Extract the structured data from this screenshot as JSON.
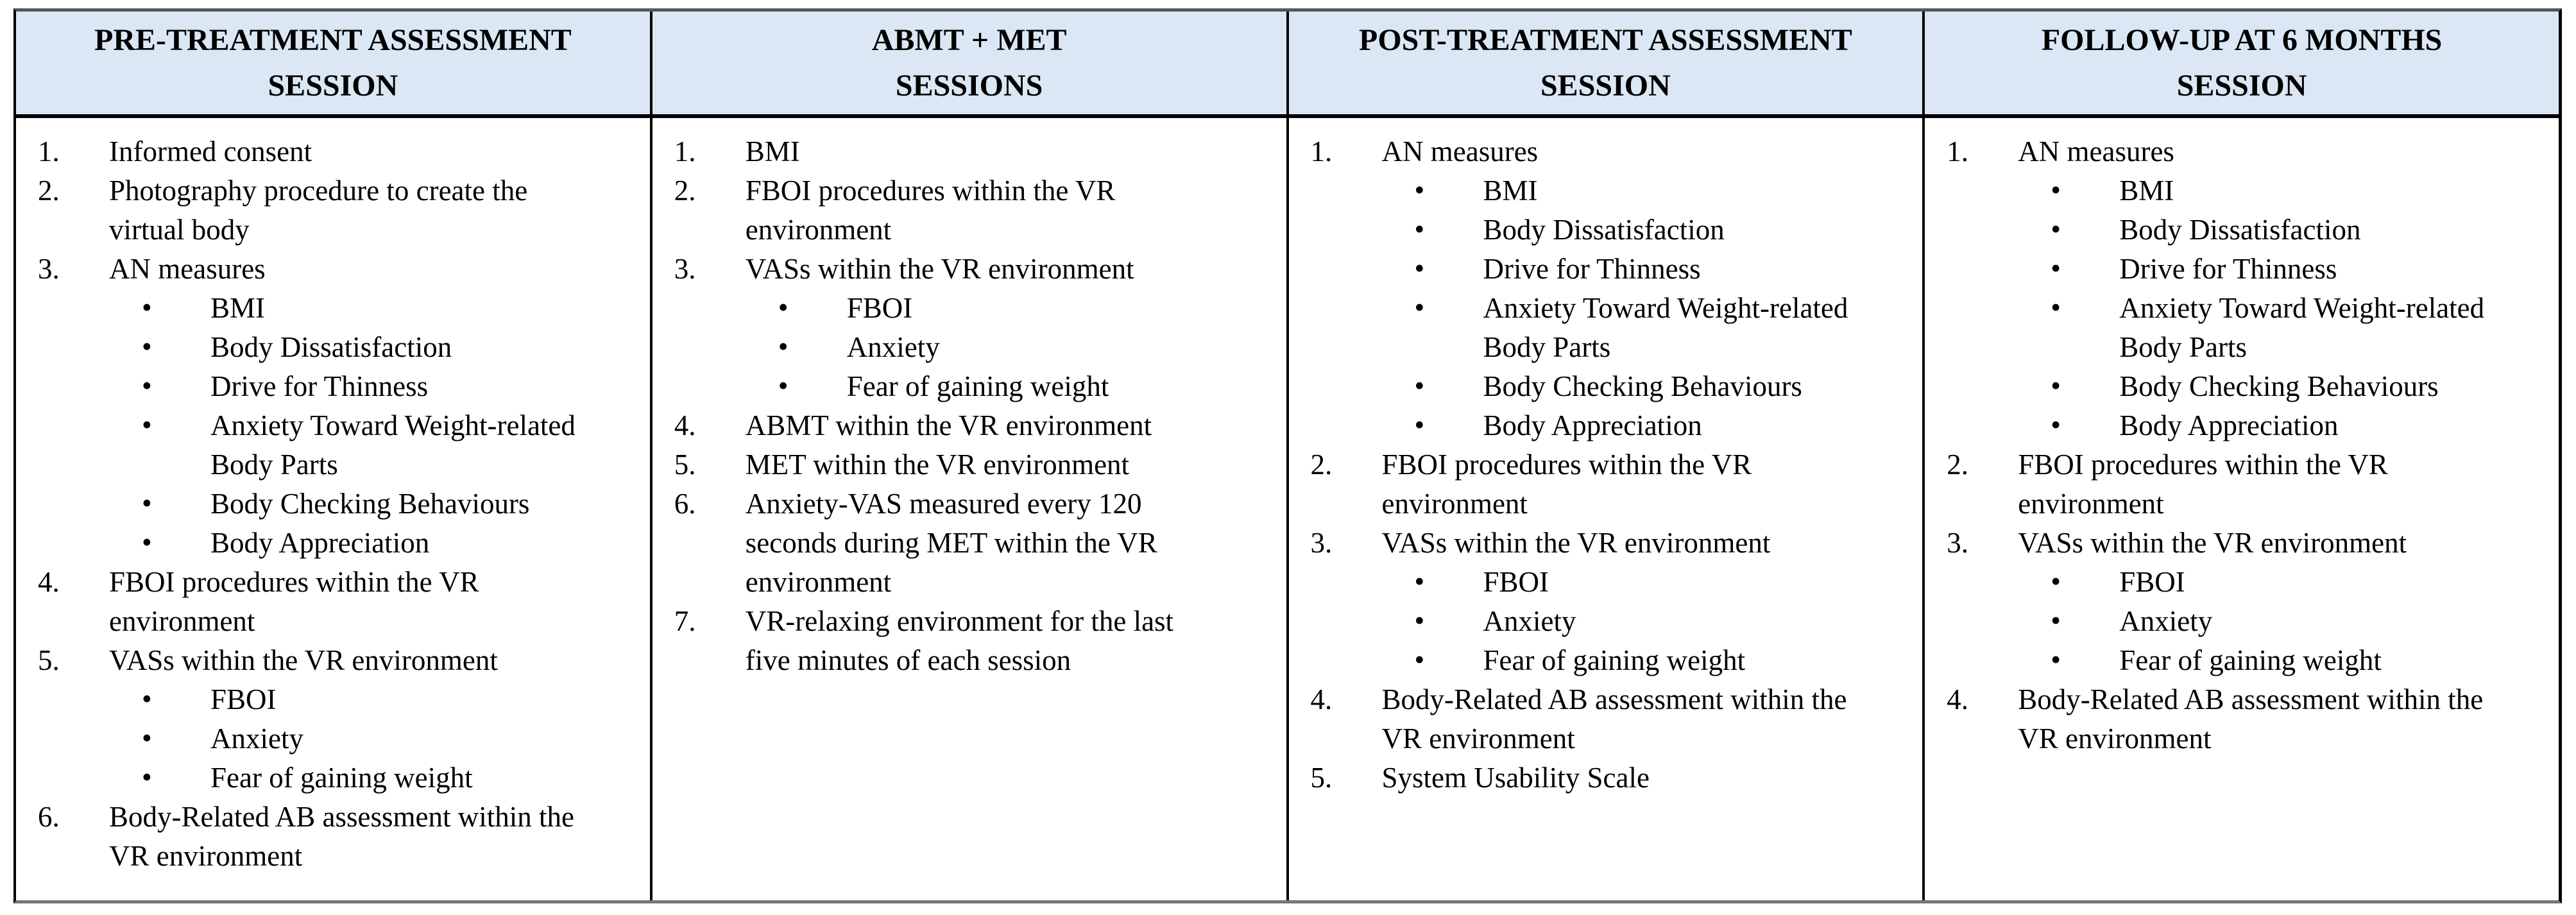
{
  "table": {
    "bullet_glyph": "•",
    "colors": {
      "header_bg": "#dce7f5",
      "grid_border": "#000000",
      "outer_top_border": "#55575b",
      "outer_bottom_border": "#75777b"
    },
    "columns": [
      {
        "header": {
          "line1": "PRE-TREATMENT ASSESSMENT",
          "line2": "SESSION"
        },
        "items": [
          {
            "number": "1.",
            "text": "Informed consent",
            "subitems": []
          },
          {
            "number": "2.",
            "text": "Photography procedure to create the virtual body",
            "subitems": []
          },
          {
            "number": "3.",
            "text": "AN measures",
            "subitems": [
              "BMI",
              "Body Dissatisfaction",
              "Drive for Thinness",
              "Anxiety Toward Weight-related Body Parts",
              "Body Checking Behaviours",
              "Body Appreciation"
            ]
          },
          {
            "number": "4.",
            "text": "FBOI procedures within the VR environment",
            "subitems": []
          },
          {
            "number": "5.",
            "text": "VASs within the VR environment",
            "subitems": [
              "FBOI",
              "Anxiety",
              "Fear of gaining weight"
            ]
          },
          {
            "number": "6.",
            "text": "Body-Related AB assessment within the VR environment",
            "subitems": []
          }
        ]
      },
      {
        "header": {
          "line1": "ABMT + MET",
          "line2": "SESSIONS"
        },
        "items": [
          {
            "number": "1.",
            "text": "BMI",
            "subitems": []
          },
          {
            "number": "2.",
            "text": "FBOI procedures within the VR environment",
            "subitems": []
          },
          {
            "number": "3.",
            "text": "VASs within the VR environment",
            "subitems": [
              "FBOI",
              "Anxiety",
              "Fear of gaining weight"
            ]
          },
          {
            "number": "4.",
            "text": "ABMT within the VR environment",
            "subitems": []
          },
          {
            "number": "5.",
            "text": "MET within the VR environment",
            "subitems": []
          },
          {
            "number": "6.",
            "text": "Anxiety-VAS measured every 120 seconds during MET within the VR environment",
            "subitems": []
          },
          {
            "number": "7.",
            "text": "VR-relaxing environment for the last five minutes of each session",
            "subitems": []
          }
        ]
      },
      {
        "header": {
          "line1": "POST-TREATMENT ASSESSMENT",
          "line2": "SESSION"
        },
        "items": [
          {
            "number": "1.",
            "text": "AN measures",
            "subitems": [
              "BMI",
              "Body Dissatisfaction",
              "Drive for Thinness",
              "Anxiety Toward Weight-related Body Parts",
              "Body Checking Behaviours",
              "Body Appreciation"
            ]
          },
          {
            "number": "2.",
            "text": "FBOI procedures within the VR environment",
            "subitems": []
          },
          {
            "number": "3.",
            "text": "VASs within the VR environment",
            "subitems": [
              "FBOI",
              "Anxiety",
              "Fear of gaining weight"
            ]
          },
          {
            "number": "4.",
            "text": "Body-Related AB assessment within the VR environment",
            "subitems": []
          },
          {
            "number": "5.",
            "text": "System Usability Scale",
            "subitems": []
          }
        ]
      },
      {
        "header": {
          "line1": "FOLLOW-UP AT 6 MONTHS",
          "line2": "SESSION"
        },
        "items": [
          {
            "number": "1.",
            "text": "AN measures",
            "subitems": [
              "BMI",
              "Body Dissatisfaction",
              "Drive for Thinness",
              "Anxiety Toward Weight-related Body Parts",
              "Body Checking Behaviours",
              "Body Appreciation"
            ]
          },
          {
            "number": "2.",
            "text": "FBOI procedures within the VR environment",
            "subitems": []
          },
          {
            "number": "3.",
            "text": "VASs within the VR environment",
            "subitems": [
              "FBOI",
              "Anxiety",
              "Fear of gaining weight"
            ]
          },
          {
            "number": "4.",
            "text": "Body-Related AB assessment within the VR environment",
            "subitems": []
          }
        ]
      }
    ]
  }
}
